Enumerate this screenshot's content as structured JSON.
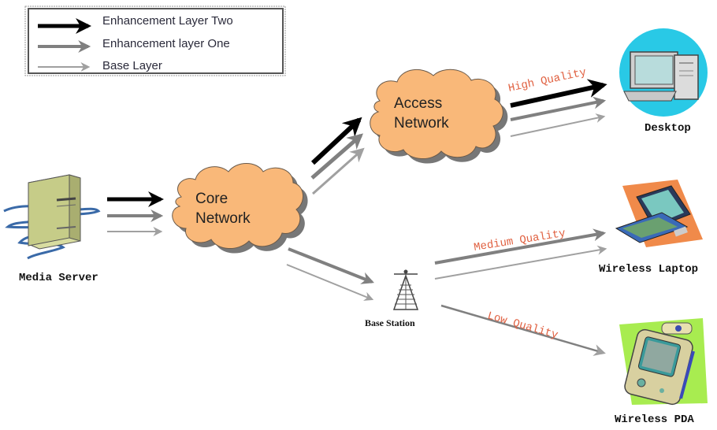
{
  "legend": {
    "items": [
      {
        "label": "Enhancement Layer Two",
        "style": "enh2"
      },
      {
        "label": "Enhancement layer One",
        "style": "enh1"
      },
      {
        "label": "Base Layer",
        "style": "base"
      }
    ]
  },
  "nodes": {
    "media_server": {
      "label": "Media Server"
    },
    "core_network": {
      "line1": "Core",
      "line2": "Network"
    },
    "access_network": {
      "line1": "Access",
      "line2": "Network"
    },
    "base_station": {
      "label": "Base Station"
    },
    "desktop": {
      "label": "Desktop"
    },
    "wireless_laptop": {
      "label": "Wireless Laptop"
    },
    "wireless_pda": {
      "label": "Wireless PDA"
    }
  },
  "quality_labels": {
    "high": "High Quality",
    "medium": "Medium Quality",
    "low": "Low Quality"
  },
  "colors": {
    "cloud_fill": "#f9b879",
    "cloud_stroke": "#5a4a3a",
    "enh2": "#000000",
    "enh1": "#808080",
    "base": "#a0a0a0",
    "quality_text": "#e06040",
    "desktop_bg": "#29c9e6",
    "laptop_bg": "#f08a4a",
    "pda_bg": "#a8ec50"
  }
}
